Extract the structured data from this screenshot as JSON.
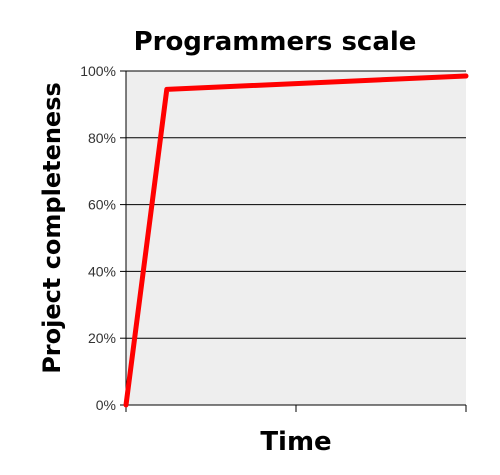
{
  "chart_data": {
    "type": "line",
    "title": "Programmers scale",
    "xlabel": "Time",
    "ylabel": "Project completeness",
    "x": [
      0,
      0.12,
      1.0
    ],
    "series": [
      {
        "values": [
          0,
          94.5,
          98.5
        ]
      }
    ],
    "y_ticks": [
      "0%",
      "20%",
      "40%",
      "60%",
      "80%",
      "100%"
    ],
    "y_tick_values": [
      0,
      20,
      40,
      60,
      80,
      100
    ],
    "ylim": [
      0,
      100
    ],
    "xlim": [
      0,
      1
    ],
    "grid": true,
    "legend": "none",
    "colors": {
      "line": "#ff0000",
      "plot_background": "#eeeeee",
      "grid": "#000000"
    }
  }
}
